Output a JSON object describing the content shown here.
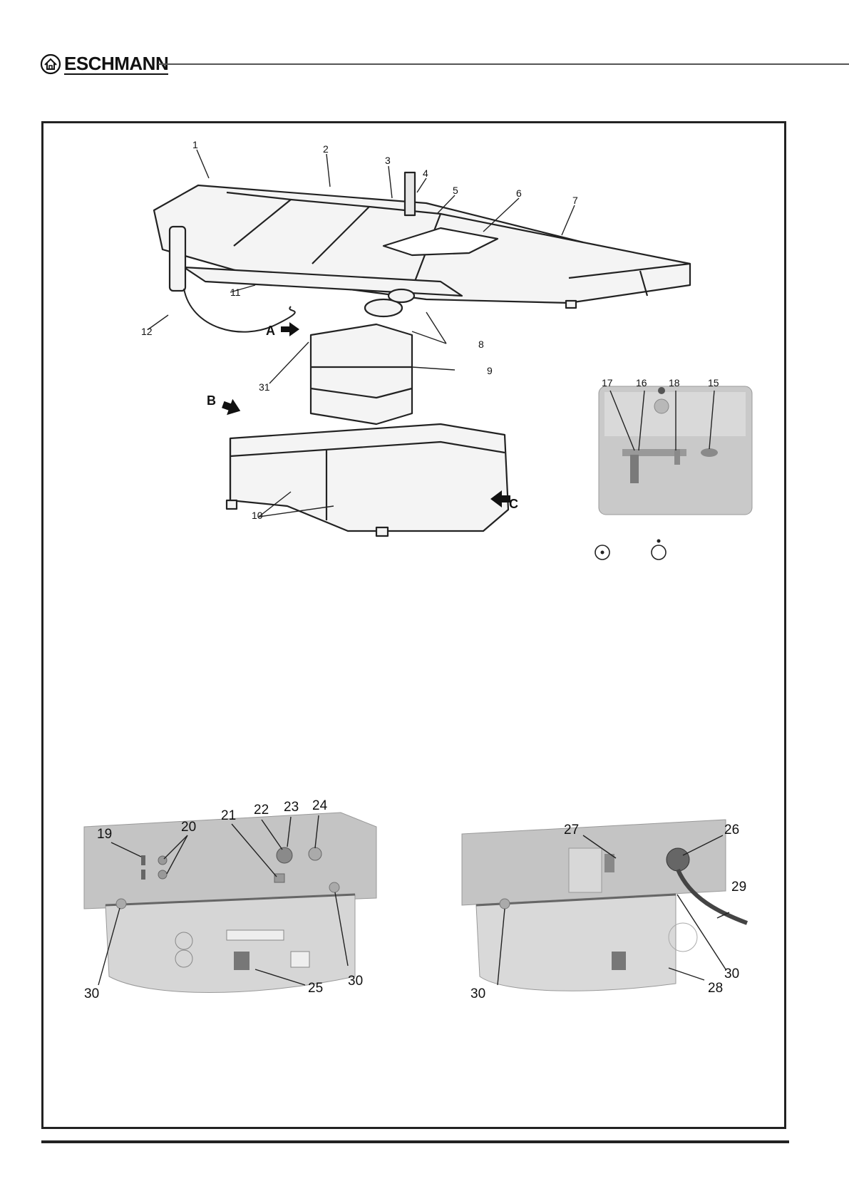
{
  "brand": {
    "name": "ESCHMANN",
    "logo_icon": "eschmann-logo-icon"
  },
  "figure_main": {
    "labels": [
      "1",
      "2",
      "3",
      "4",
      "5",
      "6",
      "7",
      "8",
      "9",
      "10",
      "11",
      "12",
      "31"
    ],
    "arrows": [
      "A",
      "B",
      "C"
    ]
  },
  "figure_inset": {
    "labels": [
      "17",
      "16",
      "18",
      "15"
    ],
    "symbols": [
      "circle-with-center-dot-icon",
      "circle-with-top-dot-icon"
    ]
  },
  "figure_bottom_left": {
    "labels": [
      "19",
      "20",
      "21",
      "22",
      "23",
      "24",
      "30",
      "25",
      "30"
    ]
  },
  "figure_bottom_right": {
    "labels": [
      "27",
      "26",
      "29",
      "30",
      "28",
      "30"
    ]
  },
  "colors": {
    "frame": "#222222",
    "drawing_fill": "#f4f4f4",
    "photo_fill": "#c9c9c9"
  }
}
